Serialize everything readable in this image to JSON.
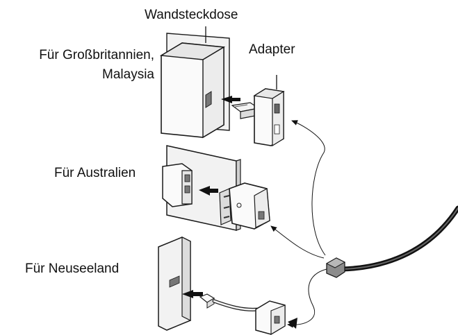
{
  "labels": {
    "wall_socket": "Wandsteckdose",
    "uk_line1": "Für Großbritannien,",
    "uk_line2": "Malaysia",
    "adapter": "Adapter",
    "australia": "Für Australien",
    "new_zealand": "Für Neuseeland"
  },
  "colors": {
    "outline": "#1a1a1a",
    "fill_light": "#f4f4f4",
    "fill_mid": "#d9d9d9",
    "fill_dark": "#8c8c8c",
    "arrow": "#111111"
  }
}
